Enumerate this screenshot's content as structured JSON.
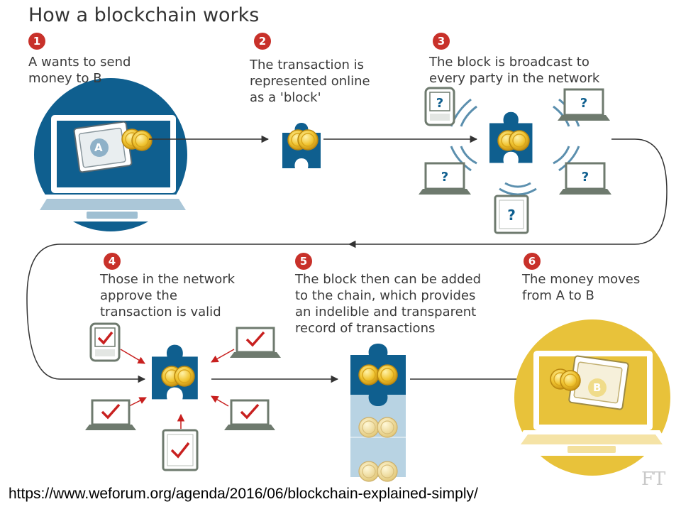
{
  "title": "How a blockchain works",
  "steps": [
    {
      "number": "1",
      "text": "A wants to send\nmoney to B"
    },
    {
      "number": "2",
      "text": "The transaction is\nrepresented online\nas a 'block'"
    },
    {
      "number": "3",
      "text": "The block is broadcast to\nevery party in the network"
    },
    {
      "number": "4",
      "text": "Those in the network\napprove the\ntransaction is valid"
    },
    {
      "number": "5",
      "text": "The block then can be added\nto the chain, which provides\nan indelible and transparent\nrecord of transactions"
    },
    {
      "number": "6",
      "text": "The money moves\nfrom A to B"
    }
  ],
  "sender_label": "A",
  "receiver_label": "B",
  "question_mark": "?",
  "brand": "FT",
  "source_url": "https://www.weforum.org/agenda/2016/06/blockchain-explained-simply/",
  "colors": {
    "blue": "#0f5f8f",
    "badge_red": "#c8312a",
    "gold": "#e8c23a",
    "gray_device": "#6e7a6e",
    "check_red": "#c8201f"
  }
}
